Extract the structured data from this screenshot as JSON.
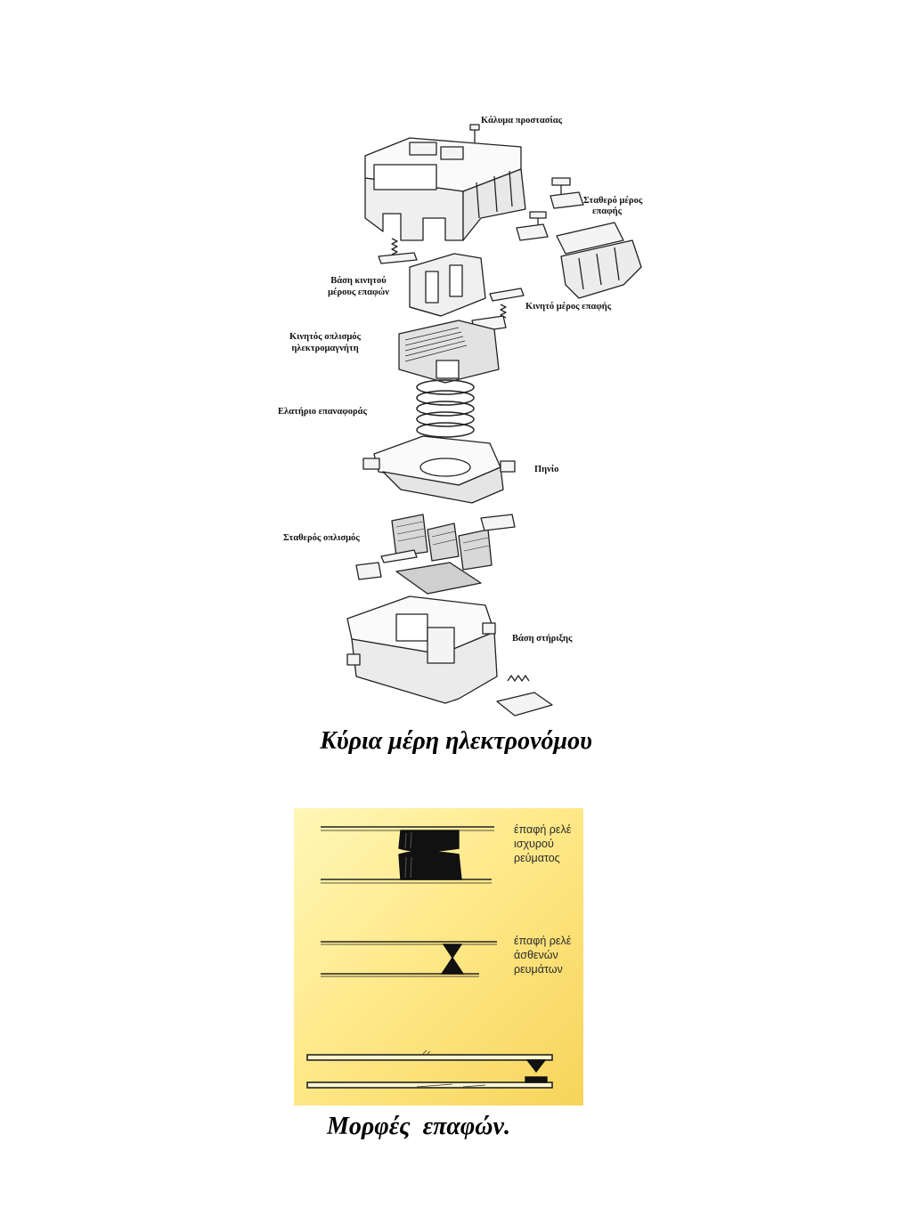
{
  "figure1": {
    "labels": {
      "cover": "Κάλυμα προστασίας",
      "fixed_contact_1": "Σταθερό μέρος",
      "fixed_contact_2": "επαφής",
      "moving_base_1": "Βάση κινητού",
      "moving_base_2": "μέρους επαφών",
      "moving_contact": "Κινητό μέρος επαφής",
      "moving_armature_1": "Κινητός οπλισμός",
      "moving_armature_2": "ηλεκτρομαγνήτη",
      "return_spring": "Ελατήριο επαναφοράς",
      "coil": "Πηνίο",
      "fixed_armature": "Σταθερός οπλισμός",
      "support_base": "Βάση στήριξης"
    },
    "caption": "Κύρια μέρη ηλεκτρονόμου"
  },
  "figure2": {
    "labels": {
      "heavy_1": "έπαφή ρελέ",
      "heavy_2": "ισχυρού",
      "heavy_3": "ρεύματος",
      "light_1": "έπαφή ρελέ",
      "light_2": "άσθενών",
      "light_3": "ρευμάτων"
    },
    "caption": "Μορφές  επαφών."
  }
}
